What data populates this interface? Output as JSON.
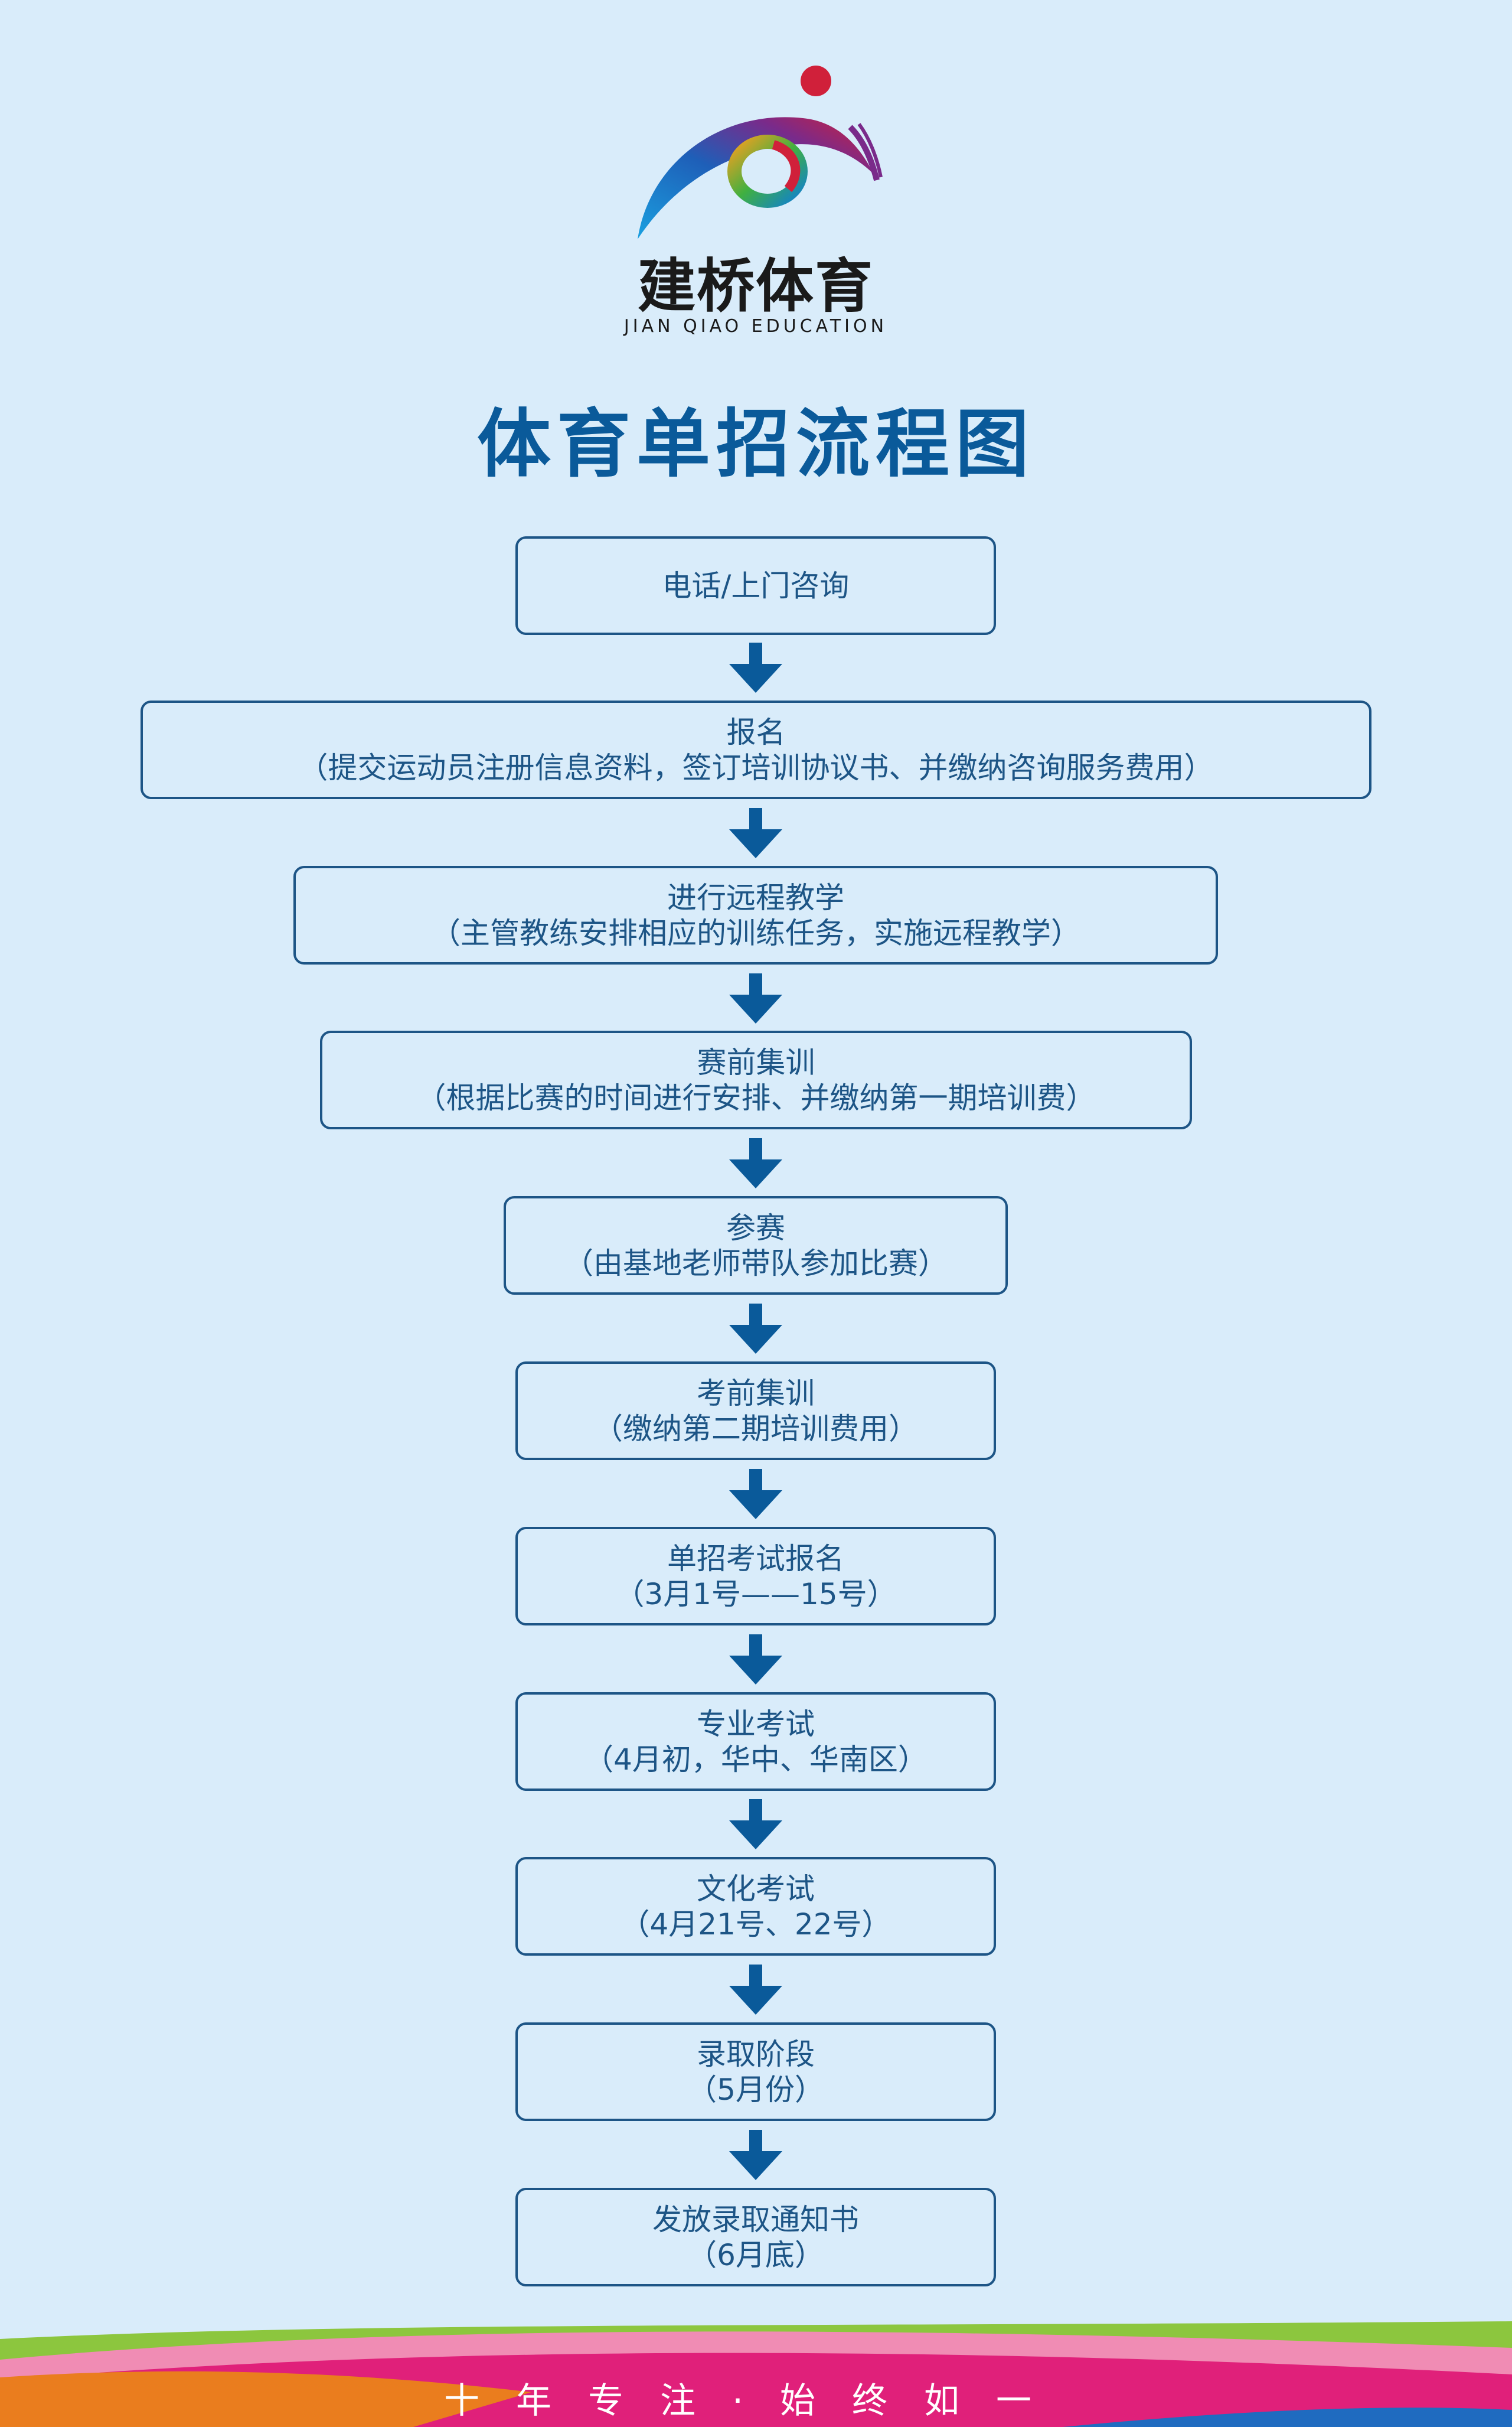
{
  "logo": {
    "name_cn": "建桥体育",
    "name_en": "JIAN QIAO EDUCATION"
  },
  "title": "体育单招流程图",
  "steps": [
    {
      "line1": "电话/上门咨询"
    },
    {
      "line1": "报名",
      "line2": "（提交运动员注册信息资料，签订培训协议书、并缴纳咨询服务费用）"
    },
    {
      "line1": "进行远程教学",
      "line2": "（主管教练安排相应的训练任务，实施远程教学）"
    },
    {
      "line1": "赛前集训",
      "line2": "（根据比赛的时间进行安排、并缴纳第一期培训费）"
    },
    {
      "line1": "参赛",
      "line2": "（由基地老师带队参加比赛）"
    },
    {
      "line1": "考前集训",
      "line2": "（缴纳第二期培训费用）"
    },
    {
      "line1": "单招考试报名",
      "line2": "（3月1号——15号）"
    },
    {
      "line1": "专业考试",
      "line2": "（4月初，华中、华南区）"
    },
    {
      "line1": "文化考试",
      "line2": "（4月21号、22号）"
    },
    {
      "line1": "录取阶段",
      "line2": "（5月份）"
    },
    {
      "line1": "发放录取通知书",
      "line2": "（6月底）"
    }
  ],
  "footer": {
    "slogan": "十年专注·始终如一"
  },
  "colors": {
    "background": "#d9ecfa",
    "box_border": "#1d5586",
    "title": "#0a5a9a",
    "arrow": "#0a5a9a"
  },
  "icons": {
    "logo": "jianqiao-sports-logo-icon",
    "arrow": "arrow-down-icon"
  }
}
